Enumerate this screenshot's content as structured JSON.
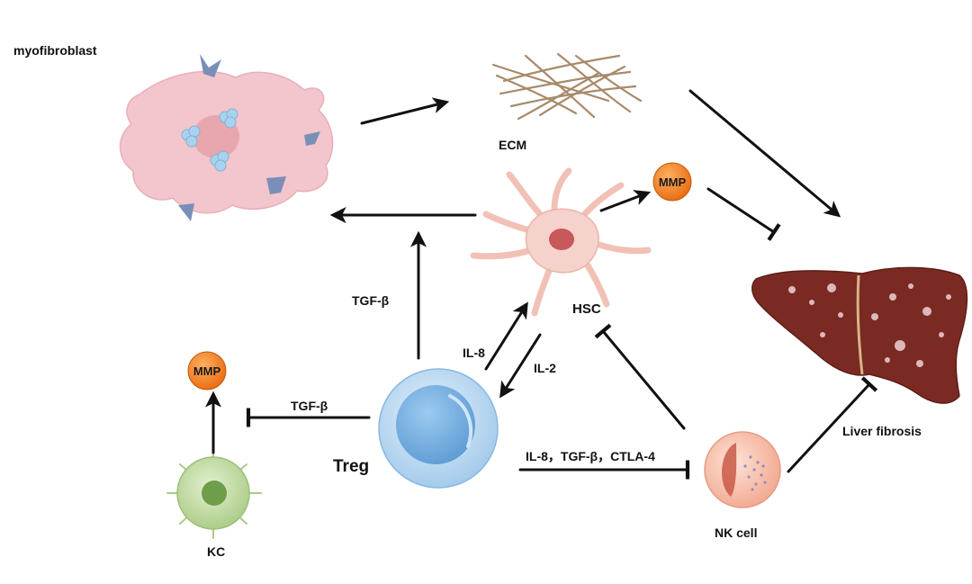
{
  "labels": {
    "myofibroblast": "myofibroblast",
    "ecm": "ECM",
    "mmp_hsc": "MMP",
    "mmp_kc": "MMP",
    "hsc": "HSC",
    "tgfb_up": "TGF-β",
    "il8": "IL-8",
    "il2": "IL-2",
    "tgfb_left": "TGF-β",
    "treg": "Treg",
    "kc": "KC",
    "nk_signals": "IL-8，TGF-β，CTLA-4",
    "nk_cell": "NK cell",
    "liver_fibrosis": "Liver fibrosis"
  },
  "colors": {
    "arrow": "#111111",
    "myofibroblast_body": "#f2c6cc",
    "myofibroblast_spikes": "#7a8fb8",
    "ecm_fibers": "#a88a6a",
    "hsc_body": "#f6d2cc",
    "mmp_fill": "#f07c1c",
    "treg_body": "#b8d8f0",
    "kc_body": "#c3dca2",
    "nk_body": "#f7c2b0",
    "liver": "#7a2a22"
  },
  "icons": {
    "myofibroblast": "myofibroblast-cell-icon",
    "ecm": "ecm-fibers-icon",
    "hsc": "hepatic-stellate-cell-icon",
    "treg": "treg-cell-icon",
    "kc": "kupffer-cell-icon",
    "nk": "nk-cell-icon",
    "liver": "fibrotic-liver-icon"
  }
}
